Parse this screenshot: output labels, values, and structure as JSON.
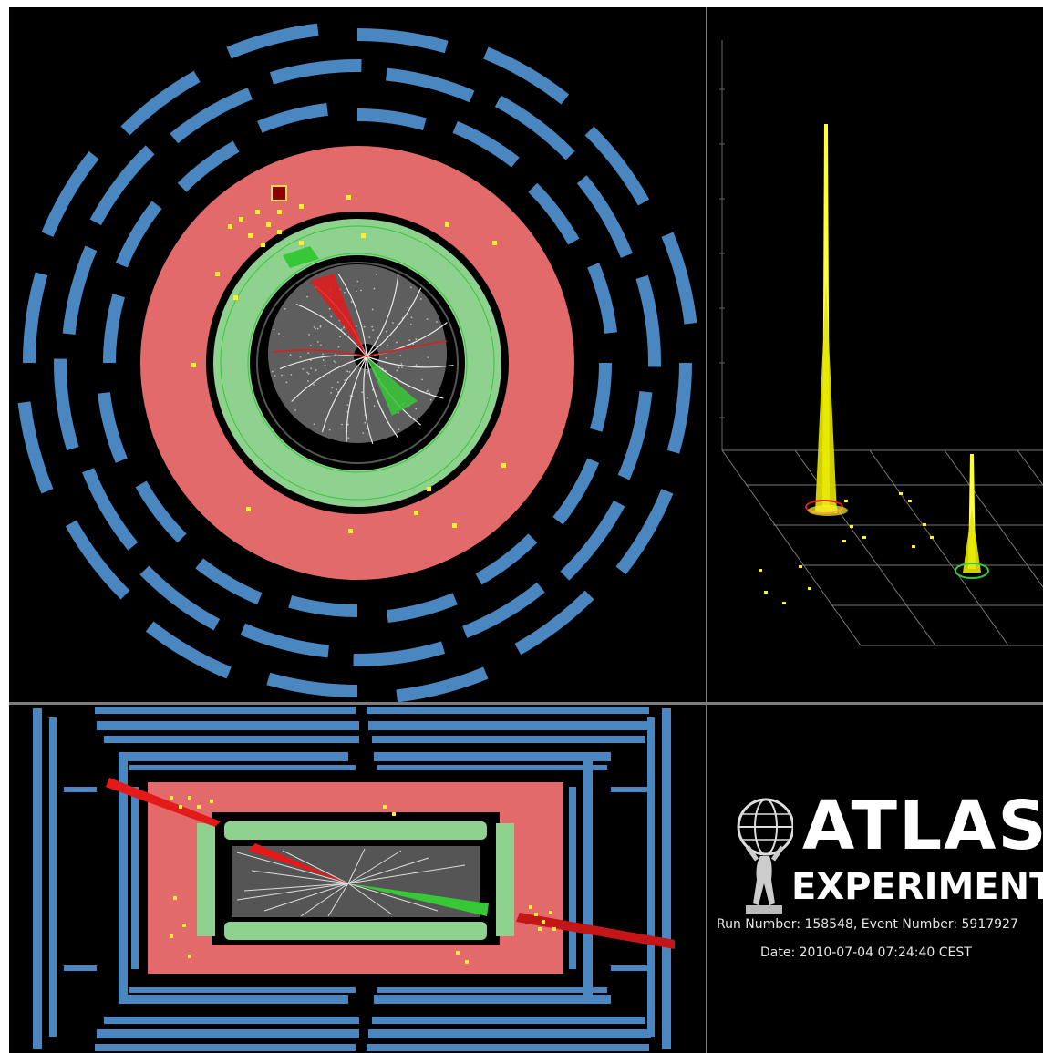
{
  "logo": {
    "atlas": "ATLAS",
    "experiment": "EXPERIMENT"
  },
  "event": {
    "run_line": "Run Number: 158548, Event Number: 5917927",
    "date_line": "Date: 2010-07-04 07:24:40 CEST"
  },
  "colors": {
    "muon_chambers": "#4a86c0",
    "hadronic_calorimeter": "#e36a6a",
    "em_calorimeter": "#8fd18f",
    "inner_detector": "#777777",
    "energy_deposits": "#ffee33",
    "jet_red": "#e41a1a",
    "jet_green": "#37c837",
    "frame": "#7d7d7d"
  },
  "icons": [
    "atlas-figure-icon"
  ]
}
